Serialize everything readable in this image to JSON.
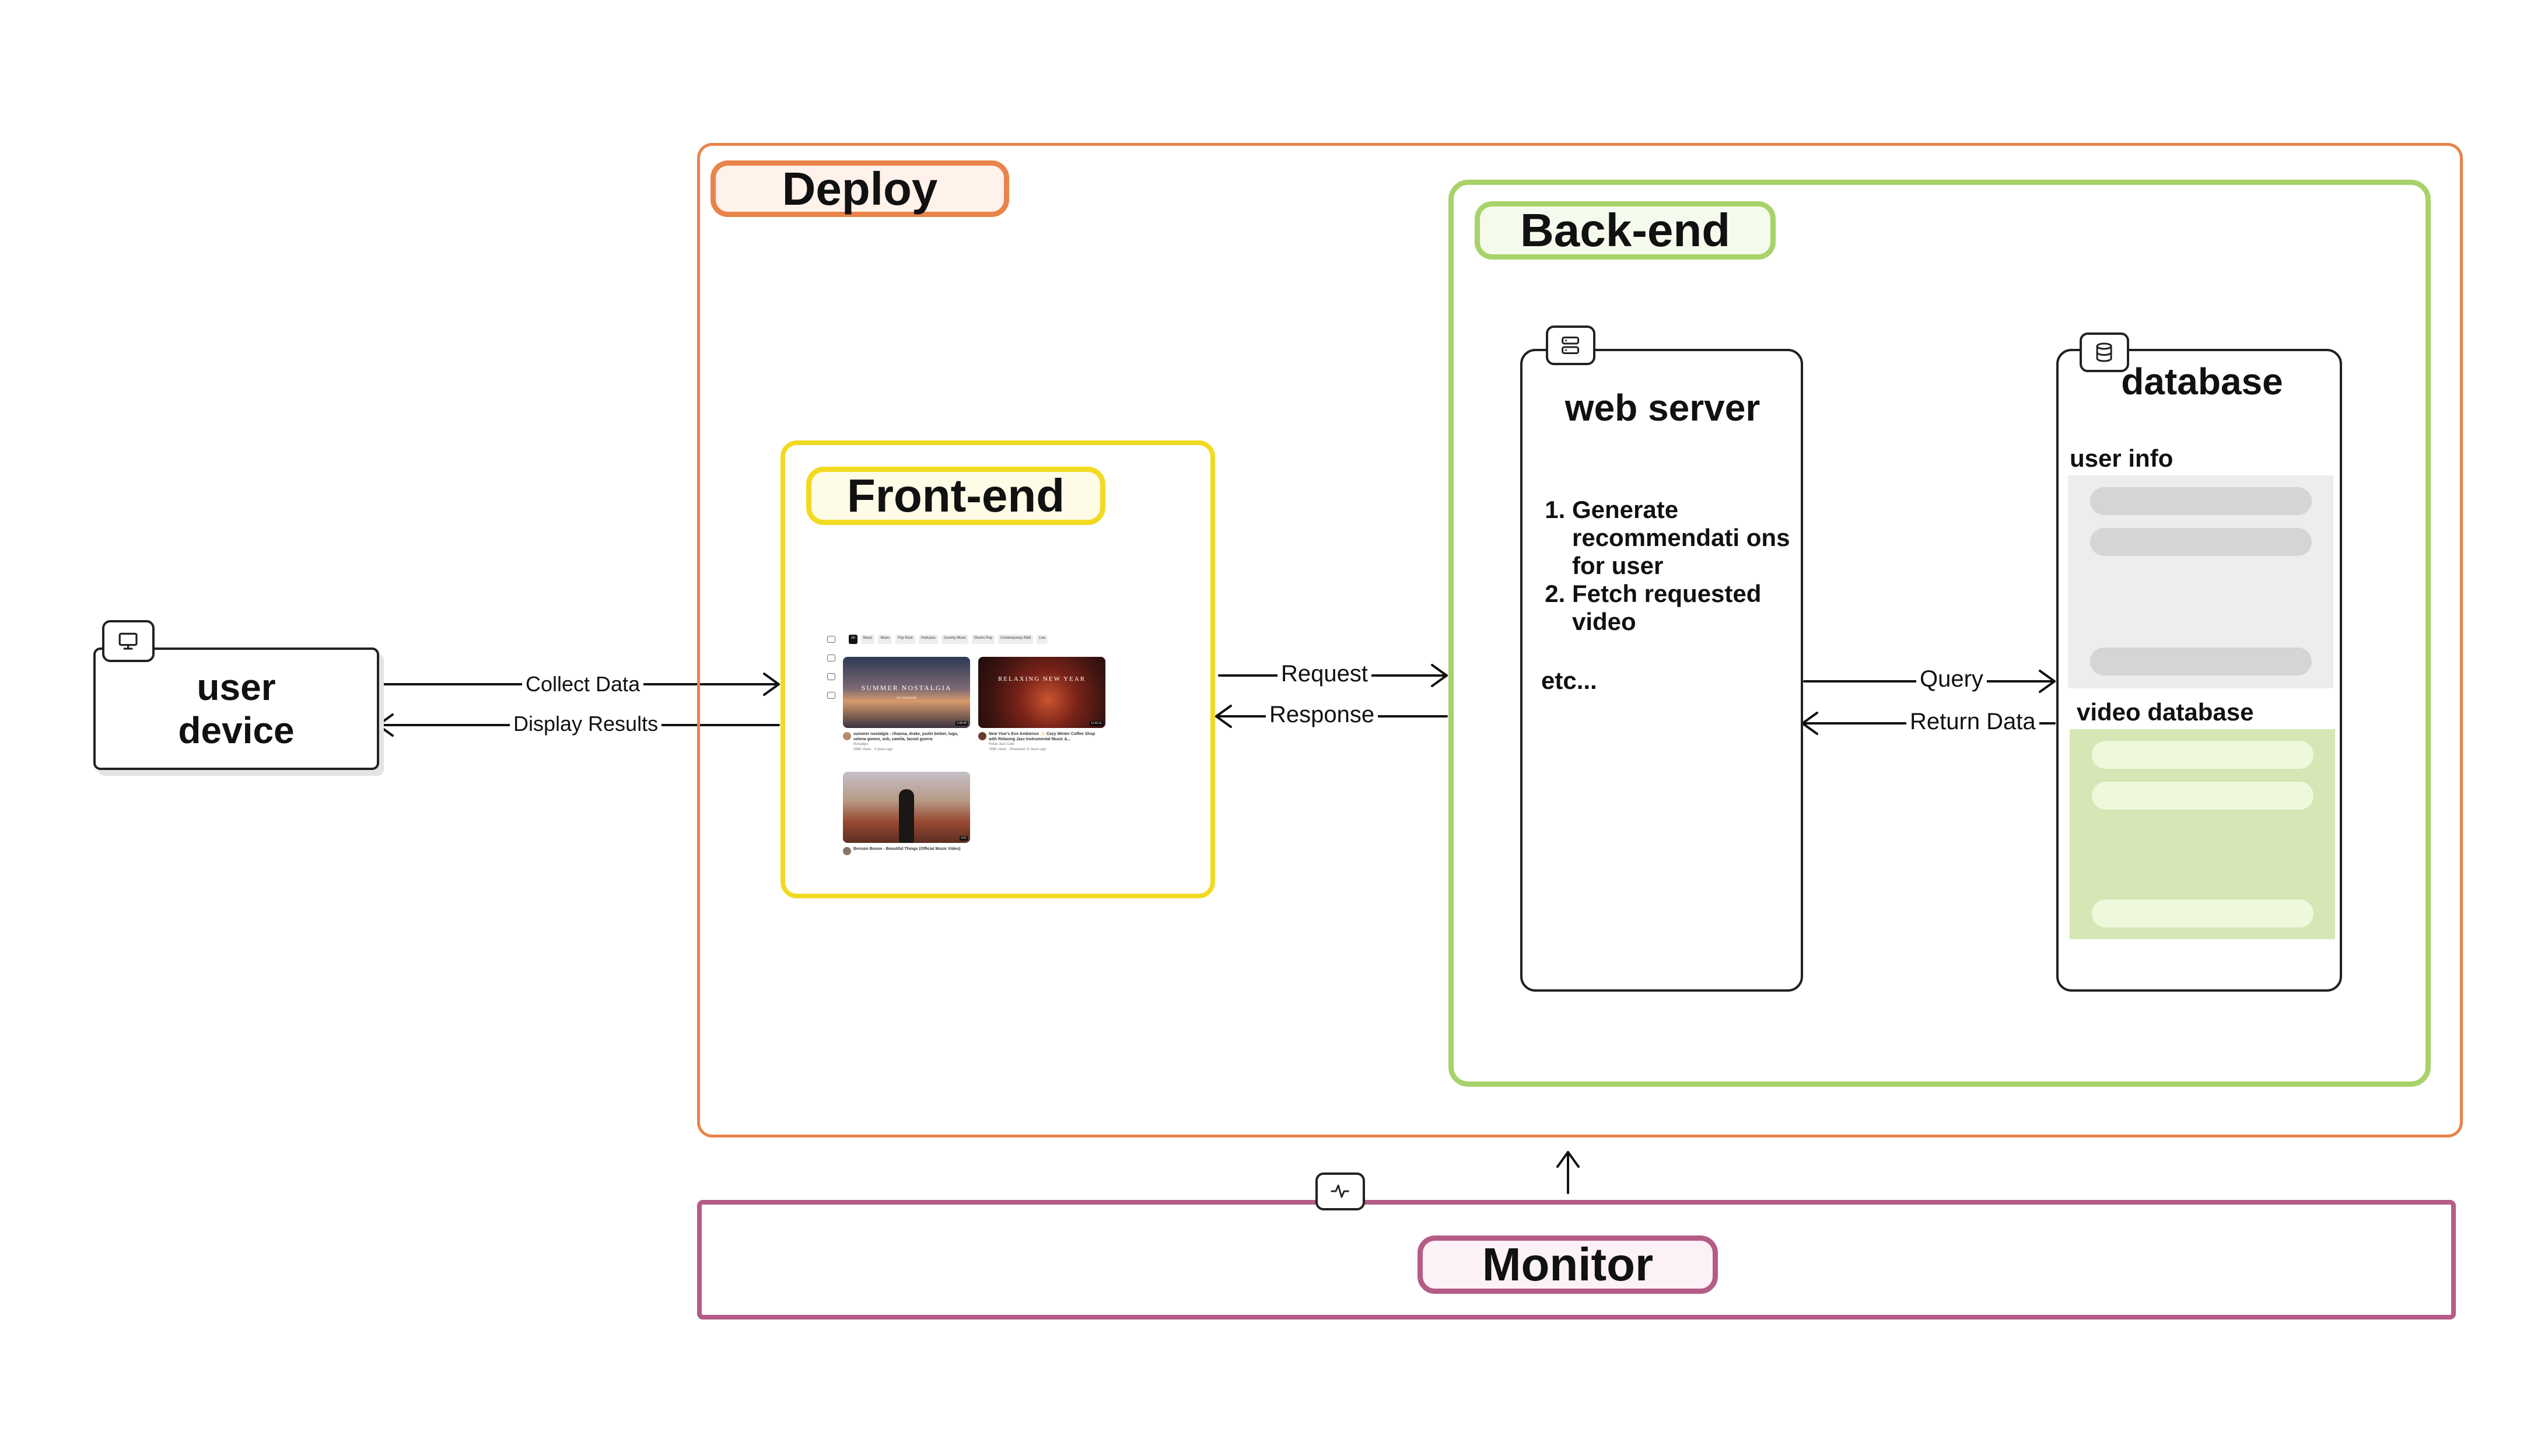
{
  "colors": {
    "deploy": "#E8844A",
    "backend": "#A8D26A",
    "frontend": "#F2DA23",
    "monitor": "#B45C86",
    "user_info_panel": "#EDEDED",
    "video_db_panel": "#D5E7B5"
  },
  "deploy": {
    "label": "Deploy"
  },
  "backend": {
    "label": "Back-end"
  },
  "frontend": {
    "label": "Front-end",
    "screenshot": {
      "chips": [
        "All",
        "Music",
        "Mixes",
        "Pop Rock",
        "Podcasts",
        "Country Music",
        "Electro Pop",
        "Contemporary R&B",
        "Live"
      ],
      "videos": [
        {
          "thumb_title": "SUMMER NOSTALGIA",
          "thumb_subtitle": "by mastered",
          "duration": "1:09:45",
          "title": "summer nostalgia - rihanna, drake, justin bieber, lugu, selena gomez, avb, camila, lacool guerra",
          "channel": "Nostalgia",
          "stats": "286K views · 3 years ago"
        },
        {
          "thumb_title": "RELAXING NEW YEAR",
          "thumb_subtitle": "",
          "duration": "11:52:11",
          "title": "New Year's Eve Ambience ✨ Cozy Winter Coffee Shop with Relaxing Jazz Instrumental Music &...",
          "channel": "Relax Jazz Cafe",
          "stats": "799K views · Streamed 11 hours ago"
        },
        {
          "thumb_title": "",
          "thumb_subtitle": "",
          "duration": "3:51",
          "title": "Benson Boone - Beautiful Things (Official Music Video)",
          "channel": "",
          "stats": ""
        }
      ]
    }
  },
  "user_device": {
    "line1": "user",
    "line2": "device"
  },
  "edges": {
    "collect_data": "Collect Data",
    "display_results": "Display Results",
    "request": "Request",
    "response": "Response",
    "query": "Query",
    "return_data": "Return Data"
  },
  "web_server": {
    "title": "web server",
    "tasks": [
      "Generate recommendati ons for user",
      "Fetch requested video"
    ],
    "etc": "etc..."
  },
  "database": {
    "title": "database",
    "user_info_label": "user info",
    "video_db_label": "video database"
  },
  "monitor": {
    "label": "Monitor"
  },
  "icons": {
    "user_device": "monitor-icon",
    "web_server": "server-icon",
    "database": "database-icon",
    "monitor": "activity-icon"
  }
}
